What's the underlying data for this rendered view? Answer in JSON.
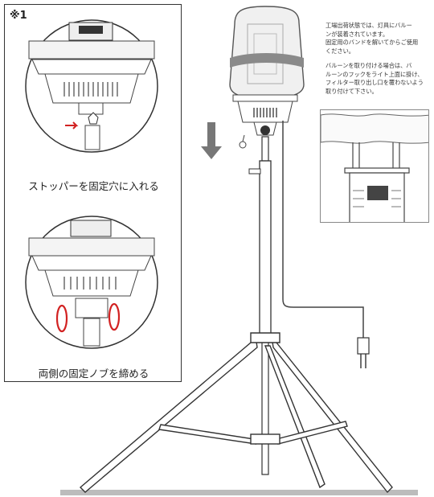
{
  "left_panel": {
    "note_mark": "※1",
    "caption_top": "ストッパーを固定穴に入れる",
    "caption_bottom": "両側の固定ノブを締める"
  },
  "right_notes": {
    "paragraph1": "工場出荷状態では、灯具にバルー\nンが装着されています。\n固定用のバンドを解いてからご使用\nください。",
    "paragraph2": "バルーンを取り付ける場合は、バ\nルーンのフックをライト上面に掛け、\nフィルター取り出し口を覆わないよう\n取り付けて下さい。"
  },
  "colors": {
    "outline": "#333333",
    "highlight_red": "#d22222",
    "ground": "#b8b8b8",
    "band": "#8a8a8a"
  }
}
